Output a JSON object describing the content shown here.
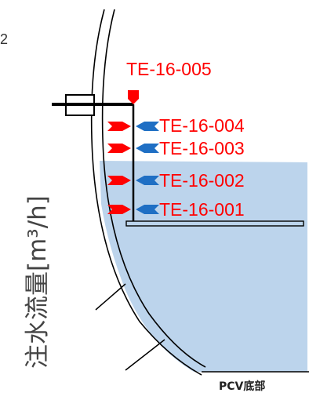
{
  "page_number": "2",
  "axis_label": "注水流量[m³/h]",
  "floor_label": "PCV底部",
  "sensors": [
    {
      "id": "TE-16-005"
    },
    {
      "id": "TE-16-004"
    },
    {
      "id": "TE-16-003"
    },
    {
      "id": "TE-16-002"
    },
    {
      "id": "TE-16-001"
    }
  ],
  "colors": {
    "label": "#ff0000",
    "water": "#bcd4ec",
    "marker_red": "#ff0000",
    "marker_blue": "#1f6fc4",
    "structure": "#000000"
  }
}
